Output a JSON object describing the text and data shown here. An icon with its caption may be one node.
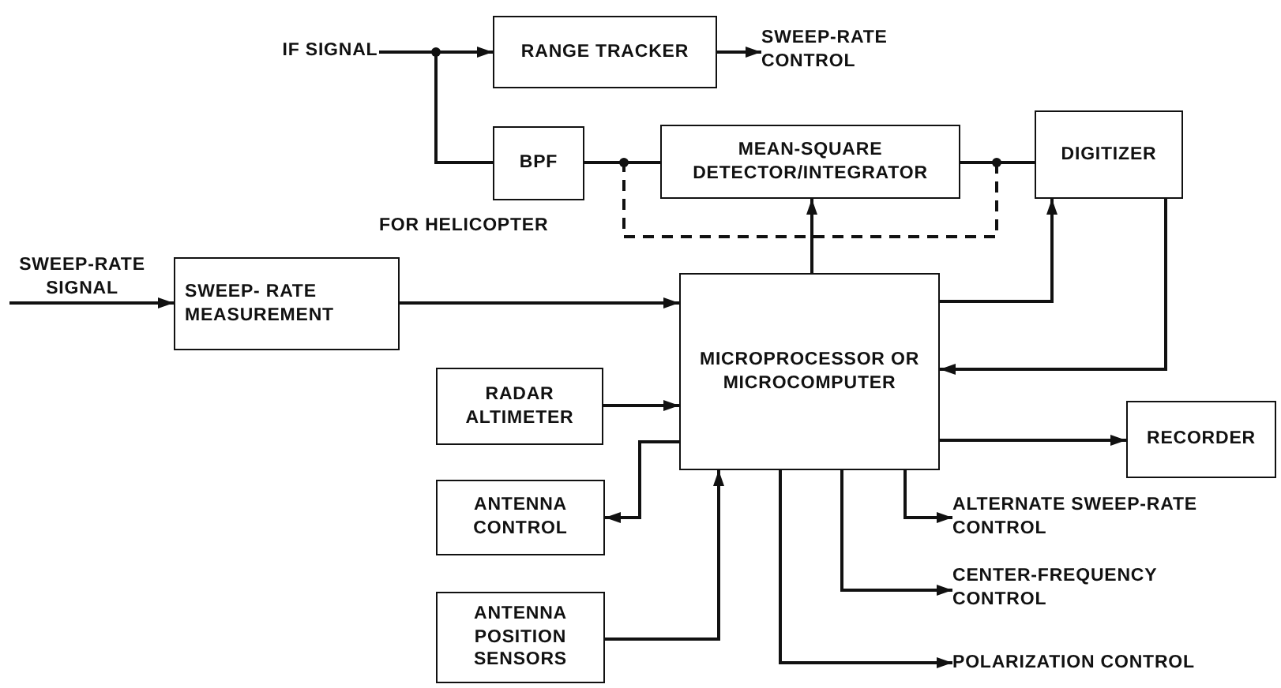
{
  "diagram": {
    "nodes": [
      {
        "text": [
          "IF SIGNAL"
        ]
      },
      {
        "text": [
          "RANGE TRACKER"
        ]
      },
      {
        "text": [
          "SWEEP-RATE CONTROL"
        ]
      },
      {
        "text": [
          "BPF"
        ]
      },
      {
        "text": [
          "MEAN-SQUARE DETECTOR/INTEGRATOR"
        ]
      },
      {
        "text": [
          "DIGITIZER"
        ]
      },
      {
        "text": [
          "SWEEP-RATE SIGNAL"
        ]
      },
      {
        "text": [
          "SWEEP- RATE MEASUREMENT"
        ]
      },
      {
        "text": [
          "MICROPROCESSOR OR MICROCOMPUTER"
        ]
      },
      {
        "text": [
          "RADAR ALTIMETER"
        ]
      },
      {
        "text": [
          "ANTENNA CONTROL"
        ]
      },
      {
        "text": [
          "ANTENNA POSITION SENSORS"
        ]
      },
      {
        "text": [
          "RECORDER"
        ]
      },
      {
        "text": [
          "ALTERNATE SWEEP-RATE CONTROL"
        ]
      },
      {
        "text": [
          "CENTER-FREQUENCY CONTROL"
        ]
      },
      {
        "text": [
          "POLARIZATION CONTROL"
        ]
      }
    ],
    "edges": [
      {
        "from": 0,
        "to": 1,
        "arrow": "to"
      },
      {
        "from": 0,
        "to": 3,
        "arrow": "none"
      },
      {
        "from": 1,
        "to": 2,
        "arrow": "to"
      },
      {
        "from": 3,
        "to": 4,
        "arrow": "none"
      },
      {
        "from": 4,
        "to": 5,
        "arrow": "none"
      },
      {
        "from": 3,
        "to": 5,
        "arrow": "none",
        "style": "dashed"
      },
      {
        "from": 6,
        "to": 7,
        "arrow": "to"
      },
      {
        "from": 7,
        "to": 8,
        "arrow": "to"
      },
      {
        "from": 8,
        "to": 4,
        "arrow": "to"
      },
      {
        "from": 8,
        "to": 5,
        "arrow": "to"
      },
      {
        "from": 5,
        "to": 8,
        "arrow": "to"
      },
      {
        "from": 9,
        "to": 8,
        "arrow": "to"
      },
      {
        "from": 8,
        "to": 10,
        "arrow": "to"
      },
      {
        "from": 11,
        "to": 8,
        "arrow": "to"
      },
      {
        "from": 8,
        "to": 12,
        "arrow": "to"
      },
      {
        "from": 8,
        "to": 13,
        "arrow": "to"
      },
      {
        "from": 8,
        "to": 14,
        "arrow": "to"
      },
      {
        "from": 8,
        "to": 15,
        "arrow": "to"
      }
    ],
    "labels": [
      "FOR HELICOPTER"
    ]
  }
}
